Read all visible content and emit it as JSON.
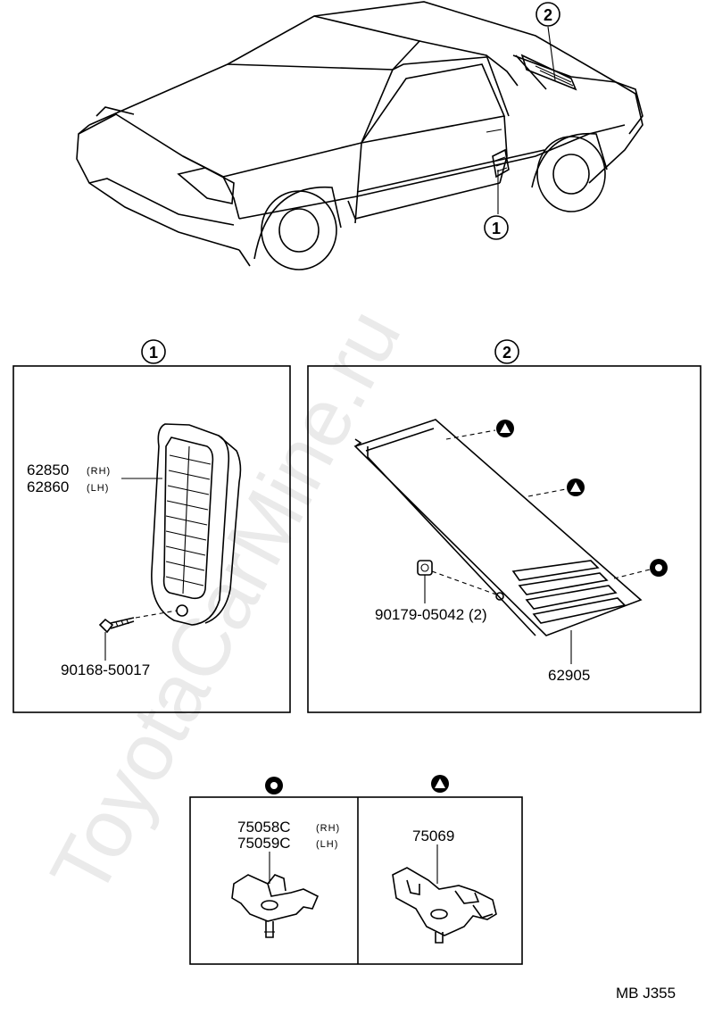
{
  "watermark": "ToyotaCarMine.ru",
  "callouts": {
    "car_1": "1",
    "car_2": "2",
    "panel_1": "1",
    "panel_2": "2"
  },
  "panel1": {
    "part_main_1": "62850",
    "part_main_1_side": "(RH)",
    "part_main_2": "62860",
    "part_main_2_side": "(LH)",
    "screw": "90168-50017"
  },
  "panel2": {
    "nut": "90179-05042 (2)",
    "louver": "62905"
  },
  "clips": {
    "circle_part_1": "75058C",
    "circle_part_1_side": "(RH)",
    "circle_part_2": "75059C",
    "circle_part_2_side": "(LH)",
    "triangle_part": "75069"
  },
  "footer_code": "MB  J355"
}
